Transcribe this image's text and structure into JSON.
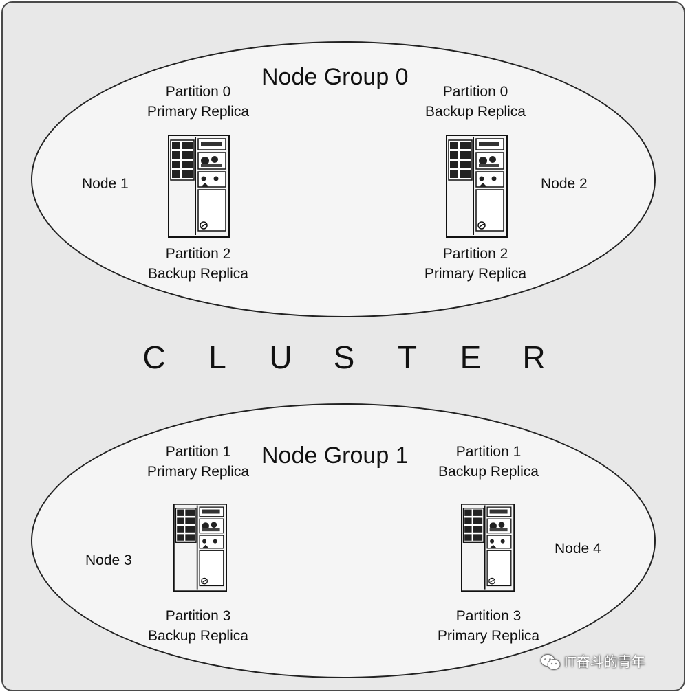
{
  "cluster": {
    "title": "CLUSTER",
    "letters": [
      "C",
      "L",
      "U",
      "S",
      "T",
      "E",
      "R"
    ]
  },
  "groups": [
    {
      "title": "Node Group 0",
      "nodes": [
        {
          "name": "Node 1",
          "top": {
            "partition": "Partition 0",
            "replica": "Primary Replica"
          },
          "bottom": {
            "partition": "Partition 2",
            "replica": "Backup Replica"
          }
        },
        {
          "name": "Node 2",
          "top": {
            "partition": "Partition 0",
            "replica": "Backup Replica"
          },
          "bottom": {
            "partition": "Partition 2",
            "replica": "Primary Replica"
          }
        }
      ]
    },
    {
      "title": "Node Group 1",
      "nodes": [
        {
          "name": "Node 3",
          "top": {
            "partition": "Partition 1",
            "replica": "Primary Replica"
          },
          "bottom": {
            "partition": "Partition 3",
            "replica": "Backup Replica"
          }
        },
        {
          "name": "Node 4",
          "top": {
            "partition": "Partition 1",
            "replica": "Backup Replica"
          },
          "bottom": {
            "partition": "Partition 3",
            "replica": "Primary Replica"
          }
        }
      ]
    }
  ],
  "watermark": {
    "text": "IT奋斗的青年",
    "icon": "wechat-icon"
  },
  "colors": {
    "cluster_bg": "#e8e8e8",
    "group_bg": "#f5f5f5",
    "outline": "#222222"
  }
}
